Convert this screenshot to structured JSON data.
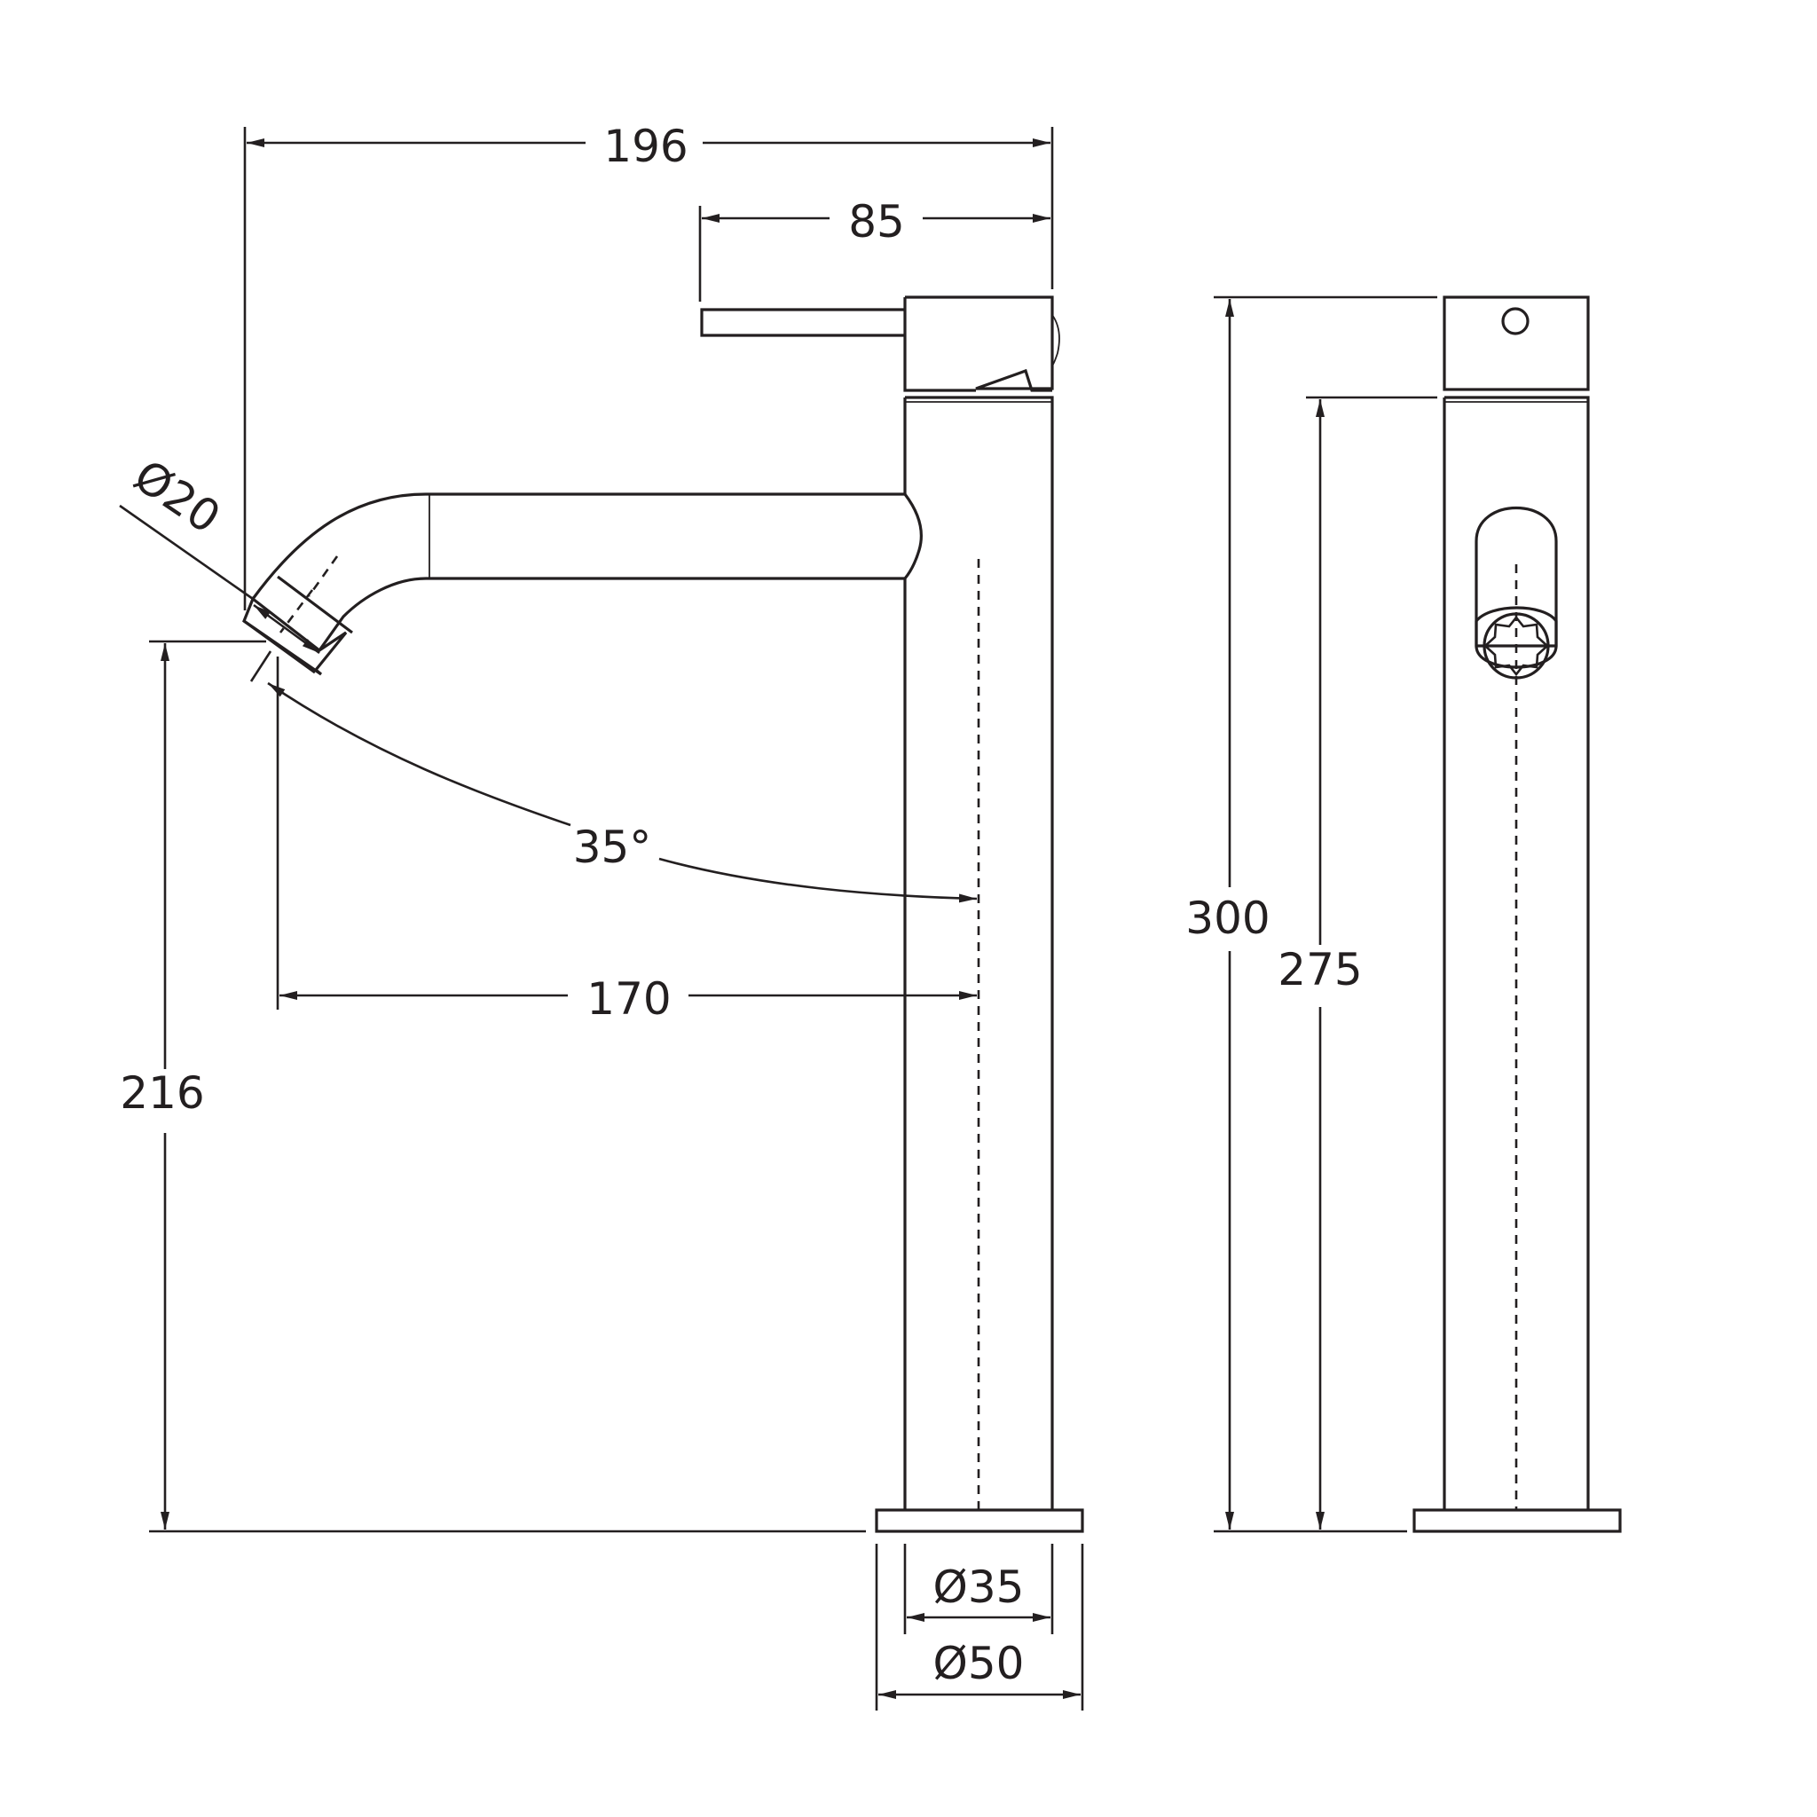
{
  "dimensions": {
    "overall_length": "196",
    "handle_length": "85",
    "outlet_diameter": "Ø20",
    "spout_angle": "35°",
    "spout_reach": "170",
    "spout_height": "216",
    "overall_height": "300",
    "body_height": "275",
    "body_diameter": "Ø35",
    "base_diameter": "Ø50"
  },
  "colors": {
    "line": "#231f20",
    "background": "#ffffff"
  }
}
